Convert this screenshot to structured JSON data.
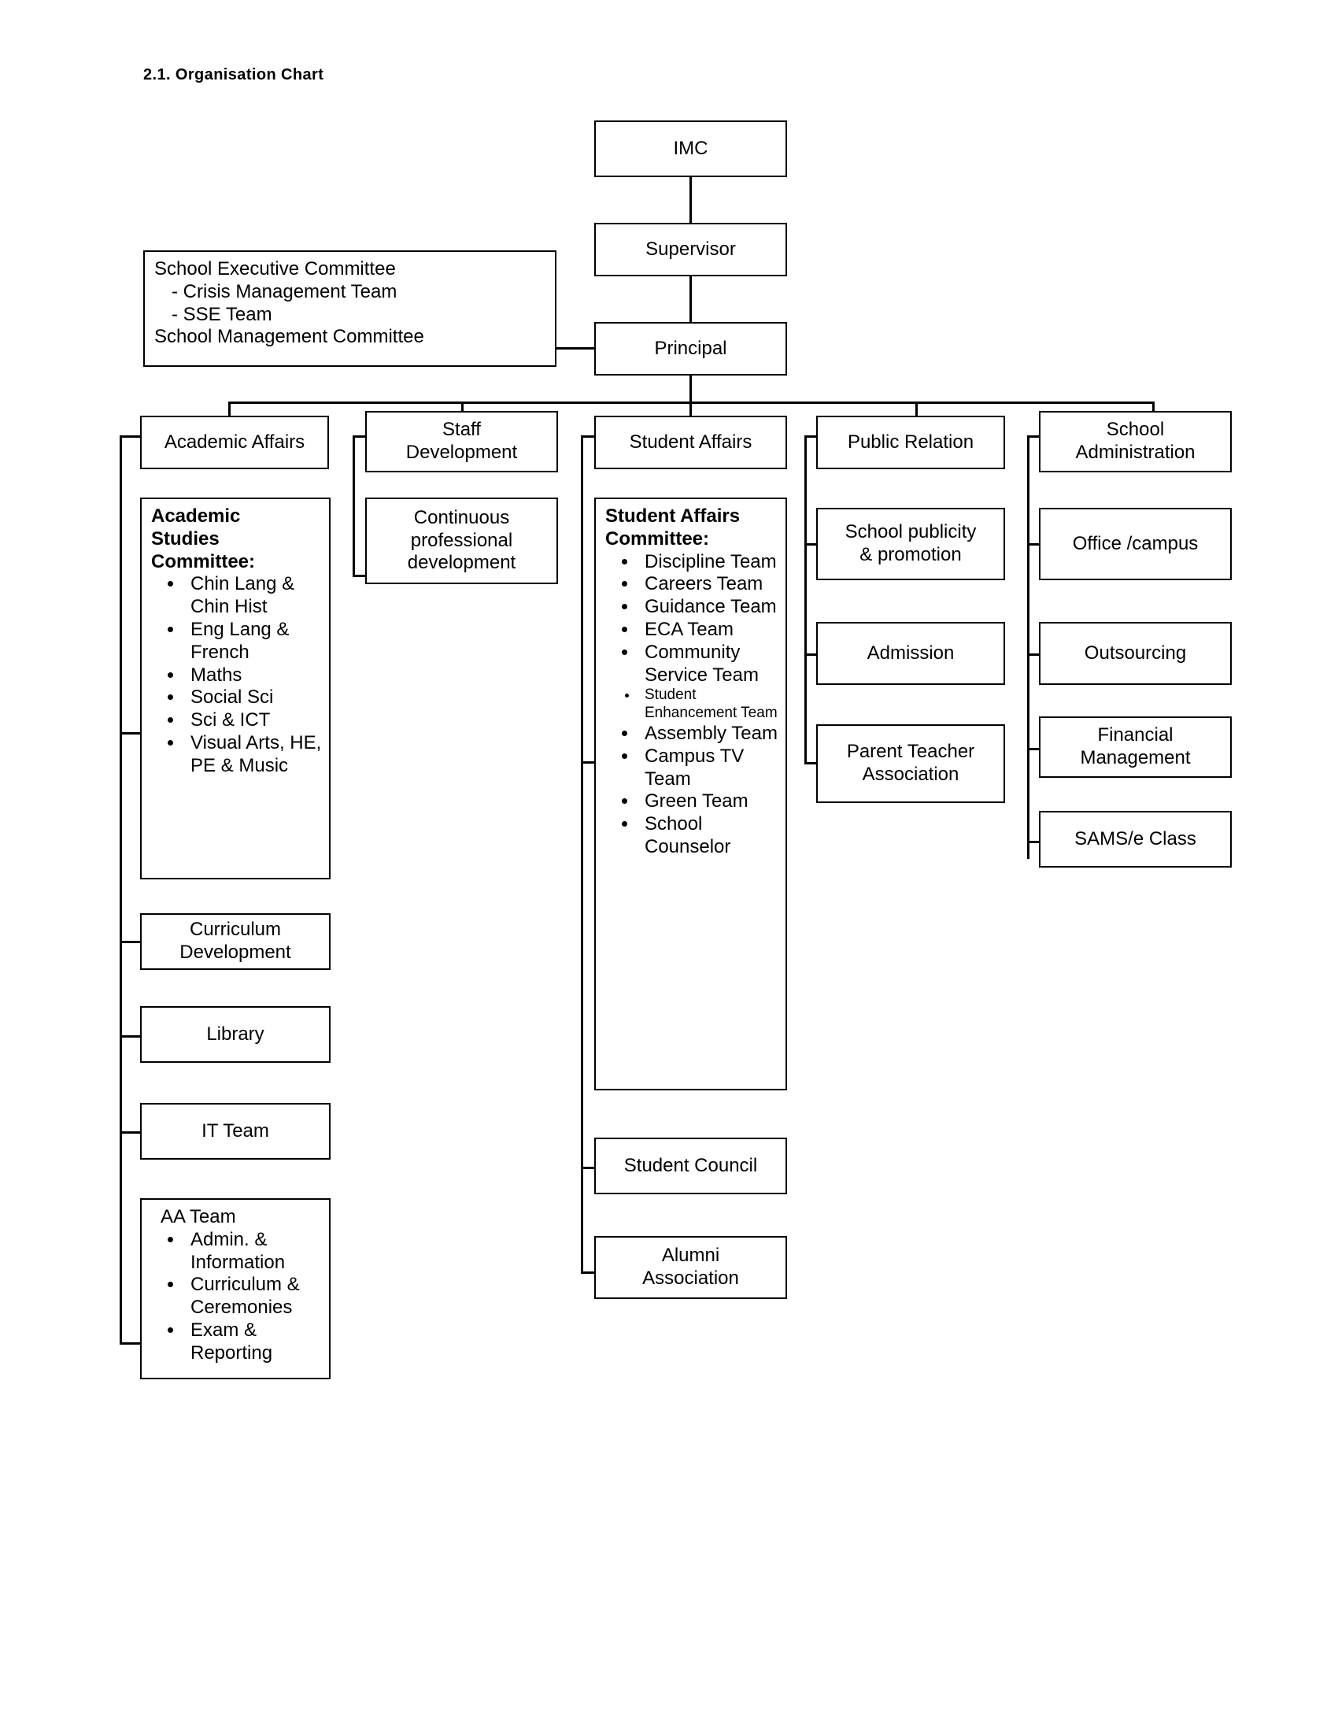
{
  "page": {
    "title": "2.1. Organisation Chart"
  },
  "chart_data": {
    "type": "diagram",
    "title": "2.1. Organisation Chart",
    "nodes": {
      "imc": "IMC",
      "supervisor": "Supervisor",
      "principal": "Principal",
      "school_executive_committee": {
        "heading": "School Executive Committee",
        "items": [
          "- Crisis Management Team",
          "- SSE Team"
        ],
        "footer": "School Management  Committee"
      },
      "departments": [
        "Academic Affairs",
        "Staff Development",
        "Student Affairs",
        "Public Relation",
        "School Administration"
      ],
      "academic_affairs_children": {
        "committee": {
          "heading": "Academic Studies Committee:",
          "heading_lines": [
            "Academic",
            "Studies",
            "Committee:"
          ],
          "items": [
            "Chin Lang & Chin Hist",
            "Eng Lang & French",
            "Maths",
            "Social Sci",
            "Sci & ICT",
            "Visual Arts, HE, PE & Music"
          ]
        },
        "curriculum_development": "Curriculum Development",
        "library": "Library",
        "it_team": "IT Team",
        "aa_team": {
          "heading": "AA Team",
          "items": [
            "Admin. & Information",
            "Curriculum & Ceremonies",
            "Exam & Reporting"
          ]
        }
      },
      "staff_development_children": {
        "continuous_professional_development": "Continuous professional development"
      },
      "student_affairs_children": {
        "committee": {
          "heading": "Student Affairs Committee:",
          "heading_lines": [
            "Student Affairs",
            "Committee:"
          ],
          "items": [
            "Discipline Team",
            "Careers Team",
            "Guidance Team",
            "ECA Team",
            "Community Service Team",
            "Student Enhancement Team",
            "Assembly Team",
            "Campus TV Team",
            "Green Team",
            "School Counselor"
          ]
        },
        "student_council": "Student Council",
        "alumni_association": "Alumni Association"
      },
      "public_relation_children": {
        "school_publicity": "School publicity & promotion",
        "admission": "Admission",
        "parent_teacher_association": "Parent Teacher Association"
      },
      "school_administration_children": {
        "office_campus": "Office /campus",
        "outsourcing": "Outsourcing",
        "financial_management": "Financial Management",
        "sams_eclass": "SAMS/e Class"
      }
    },
    "colors": {
      "stroke": "#000000",
      "fill": "#ffffff",
      "text": "#000000"
    }
  }
}
